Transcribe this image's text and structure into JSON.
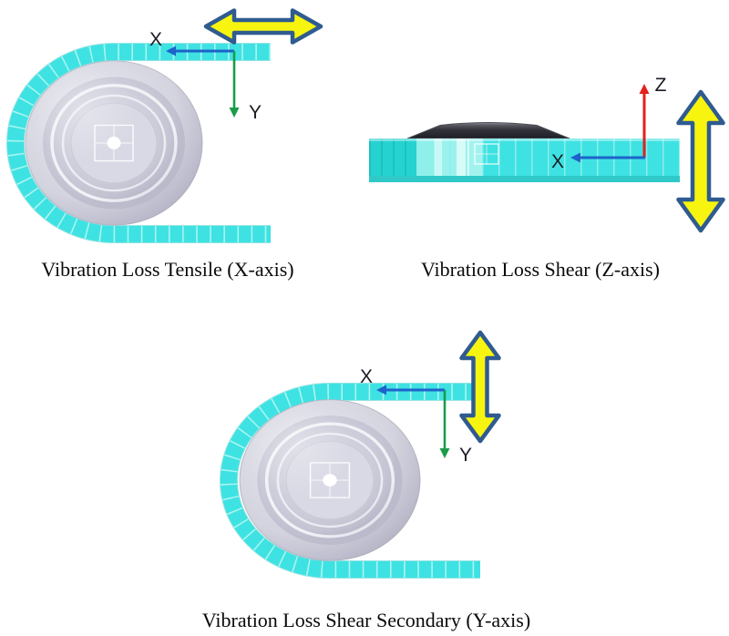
{
  "page": {
    "background": "#ffffff"
  },
  "figures": [
    {
      "caption": "Vibration Loss Tensile (X-axis)",
      "axis_labels": {
        "x": "X",
        "y": "Y"
      },
      "vibration_arrow": "horizontal-double-headed-arrow"
    },
    {
      "caption": "Vibration Loss Shear (Z-axis)",
      "axis_labels": {
        "x": "X",
        "z": "Z"
      },
      "vibration_arrow": "vertical-double-headed-arrow"
    },
    {
      "caption": "Vibration Loss Shear Secondary (Y-axis)",
      "axis_labels": {
        "x": "X",
        "y": "Y"
      },
      "vibration_arrow": "vertical-double-headed-arrow"
    }
  ],
  "colors": {
    "page-bg": "#ffffff",
    "mesh-cyan": "#3EE2E2",
    "mesh-cyan-light": "#A9F5F1",
    "mesh-cyan-dark": "#2BC9C8",
    "arrow-yellow": "#F7F50F",
    "arrow-outline-navy": "#2F5B90",
    "axis-x-blue": "#1E63CB",
    "axis-y-green": "#1B9C49",
    "axis-z-red": "#E2211C",
    "label-dark": "#1B1B24",
    "caption-black": "#0A0A0A",
    "disc-gray": "#D7D7E2",
    "dome-dark": "#2B2B33"
  }
}
